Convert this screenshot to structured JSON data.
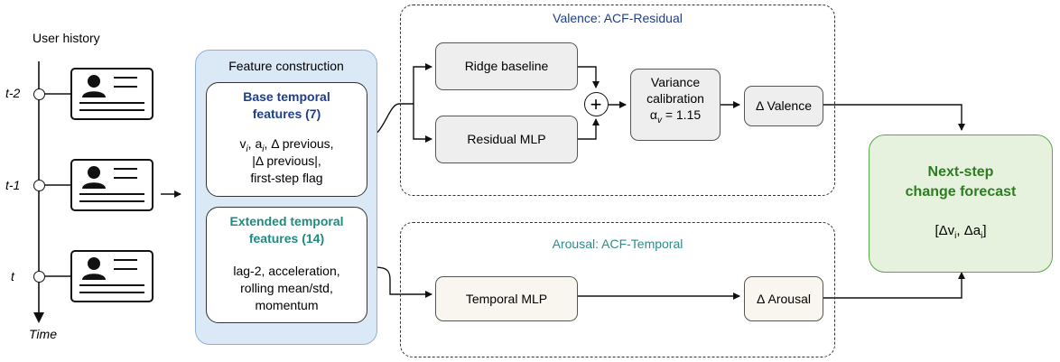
{
  "user_history": {
    "title": "User history",
    "timesteps": [
      "t-2",
      "t-1",
      "t"
    ],
    "axis_label": "Time"
  },
  "feature_construction": {
    "title": "Feature construction",
    "base": {
      "title_line1": "Base temporal",
      "title_line2": "features (7)",
      "body": {
        "v": "v",
        "v_sub": "i",
        "a": "a",
        "a_sub": "i",
        "rest_line1": ", Δ previous,",
        "line2": "|Δ previous|,",
        "line3": "first-step flag"
      }
    },
    "extended": {
      "title_line1": "Extended temporal",
      "title_line2": "features (14)",
      "body_line1": "lag-2, acceleration,",
      "body_line2": "rolling mean/std,",
      "body_line3": "momentum"
    }
  },
  "valence": {
    "title": "Valence: ACF-Residual",
    "ridge": "Ridge baseline",
    "residual": "Residual MLP",
    "sum_symbol": "+",
    "calibration_line1": "Variance",
    "calibration_line2": "calibration",
    "calibration_alpha": "α",
    "calibration_alpha_sub": "v",
    "calibration_value": " = 1.15",
    "output": "Δ Valence"
  },
  "arousal": {
    "title": "Arousal: ACF-Temporal",
    "model": "Temporal MLP",
    "output": "Δ Arousal"
  },
  "forecast": {
    "title_line1": "Next-step",
    "title_line2": "change forecast",
    "formula_open": "[Δv",
    "formula_sub1": "i",
    "formula_mid": ", Δa",
    "formula_sub2": "i",
    "formula_close": "]"
  },
  "colors": {
    "valence_title": "#1f3f8a",
    "arousal_title": "#2a8f8a",
    "base_title": "#1f3f8a",
    "extended_title": "#1f8a80",
    "forecast_title": "#2e7d22",
    "feature_fill": "#dbe8f6",
    "forecast_fill": "#e6f2de"
  },
  "icons": [
    "user-card-icon",
    "circle-plus-icon"
  ]
}
